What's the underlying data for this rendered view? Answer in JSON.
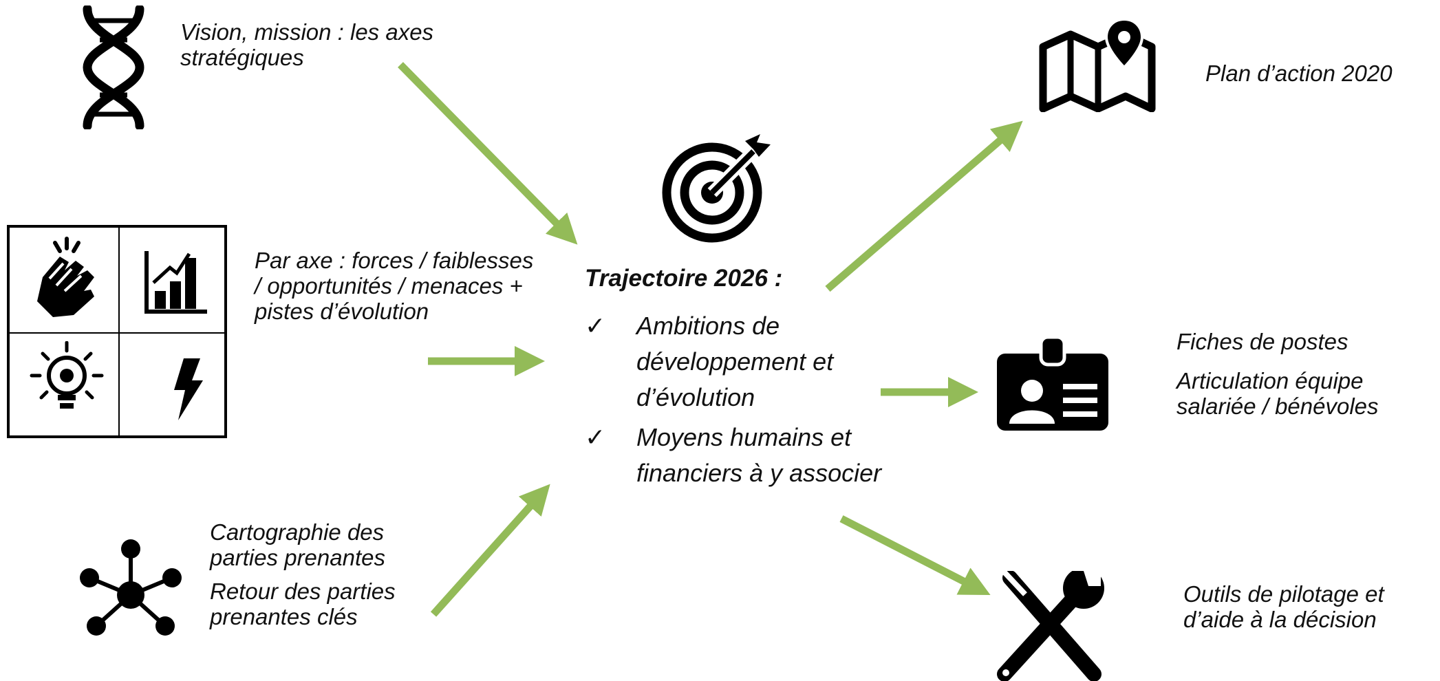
{
  "inputs": {
    "vision": "Vision, mission : les axes stratégiques",
    "swot": "Par axe : forces / faiblesses / opportunités / menaces + pistes d’évolution",
    "stakeholders_1": "Cartographie des parties prenantes",
    "stakeholders_2": "Retour des parties prenantes clés"
  },
  "center": {
    "title": "Trajectoire 2026 :",
    "check_mark": "✓",
    "items": [
      "Ambitions de développement et d’évolution",
      "Moyens humains et financiers à y associer"
    ]
  },
  "outputs": {
    "plan": "Plan d’action 2020",
    "fiches": "Fiches de postes",
    "articulation": "Articulation équipe salariée / bénévoles",
    "outils": "Outils de pilotage et d’aide à la décision"
  },
  "colors": {
    "arrow": "#93bb58",
    "icon": "#000000"
  },
  "icons": [
    "dna-icon",
    "target-icon",
    "clapping-hands-icon",
    "bar-chart-icon",
    "lightbulb-icon",
    "lightning-icon",
    "network-icon",
    "map-pin-icon",
    "id-badge-icon",
    "tools-icon"
  ]
}
